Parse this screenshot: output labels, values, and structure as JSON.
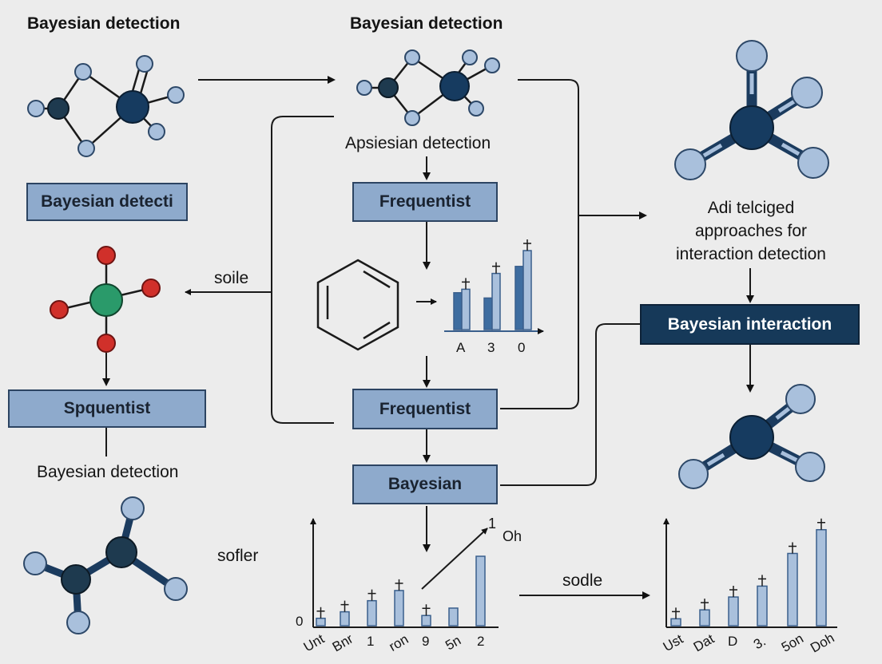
{
  "labels": {
    "top_left_title": "Bayesian detection",
    "top_center_title": "Bayesian detection",
    "center_subtitle": "Apsiesian detection",
    "right_text": [
      "Adi telciged",
      "approaches for",
      "interaction detection"
    ],
    "mid_left_side": "soile",
    "left_bottom_title": "Bayesian detection",
    "bottom_left_side": "sofler",
    "bottom_arrow_label": "sodle",
    "chart_annotation": "1",
    "chart_annotation_2": "Oh"
  },
  "boxes": {
    "left_box": "Bayesian detecti",
    "left_lower_box": "Spquentist",
    "center_box_1": "Frequentist",
    "center_box_2": "Frequentist",
    "center_box_3": "Bayesian",
    "right_box": "Bayesian interaction"
  },
  "colors": {
    "box_fill": "#8eaacc",
    "box_border": "#2c4462",
    "dark_box": "#163959",
    "atom_dark": "#1b3b5e",
    "atom_light": "#a9c0dc",
    "atom_green": "#2a9a6a",
    "atom_red": "#d0302a",
    "bar_fill": "#a9c0dc",
    "bar_stroke": "#3a5f8c"
  },
  "chart_data": [
    {
      "type": "bar",
      "categories": [
        "A",
        "3",
        "0"
      ],
      "series": [
        {
          "values": [
            42,
            36,
            72
          ]
        },
        {
          "values": [
            46,
            64,
            90
          ]
        }
      ],
      "ylim": [
        0,
        100
      ],
      "xlabel": "",
      "ylabel": ""
    },
    {
      "type": "bar",
      "categories": [
        "Unt",
        "Bnr",
        "1",
        "ron",
        "9",
        "5n",
        "2"
      ],
      "values": [
        8,
        15,
        27,
        38,
        11,
        19,
        75
      ],
      "ylim": [
        0,
        100
      ],
      "y_tick_labels": [
        "0"
      ],
      "xlabel": "",
      "ylabel": ""
    },
    {
      "type": "bar",
      "categories": [
        "Ust",
        "Dat",
        "D",
        "3.",
        "5on",
        "Doh"
      ],
      "values": [
        7,
        16,
        29,
        40,
        73,
        97
      ],
      "ylim": [
        0,
        100
      ],
      "xlabel": "",
      "ylabel": ""
    }
  ]
}
